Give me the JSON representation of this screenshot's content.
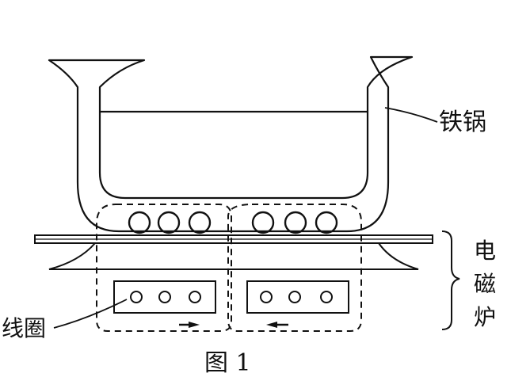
{
  "labels": {
    "pot": "铁锅",
    "stove": [
      "电",
      "磁",
      "炉"
    ],
    "coil": "线圈",
    "caption": "图 1"
  }
}
